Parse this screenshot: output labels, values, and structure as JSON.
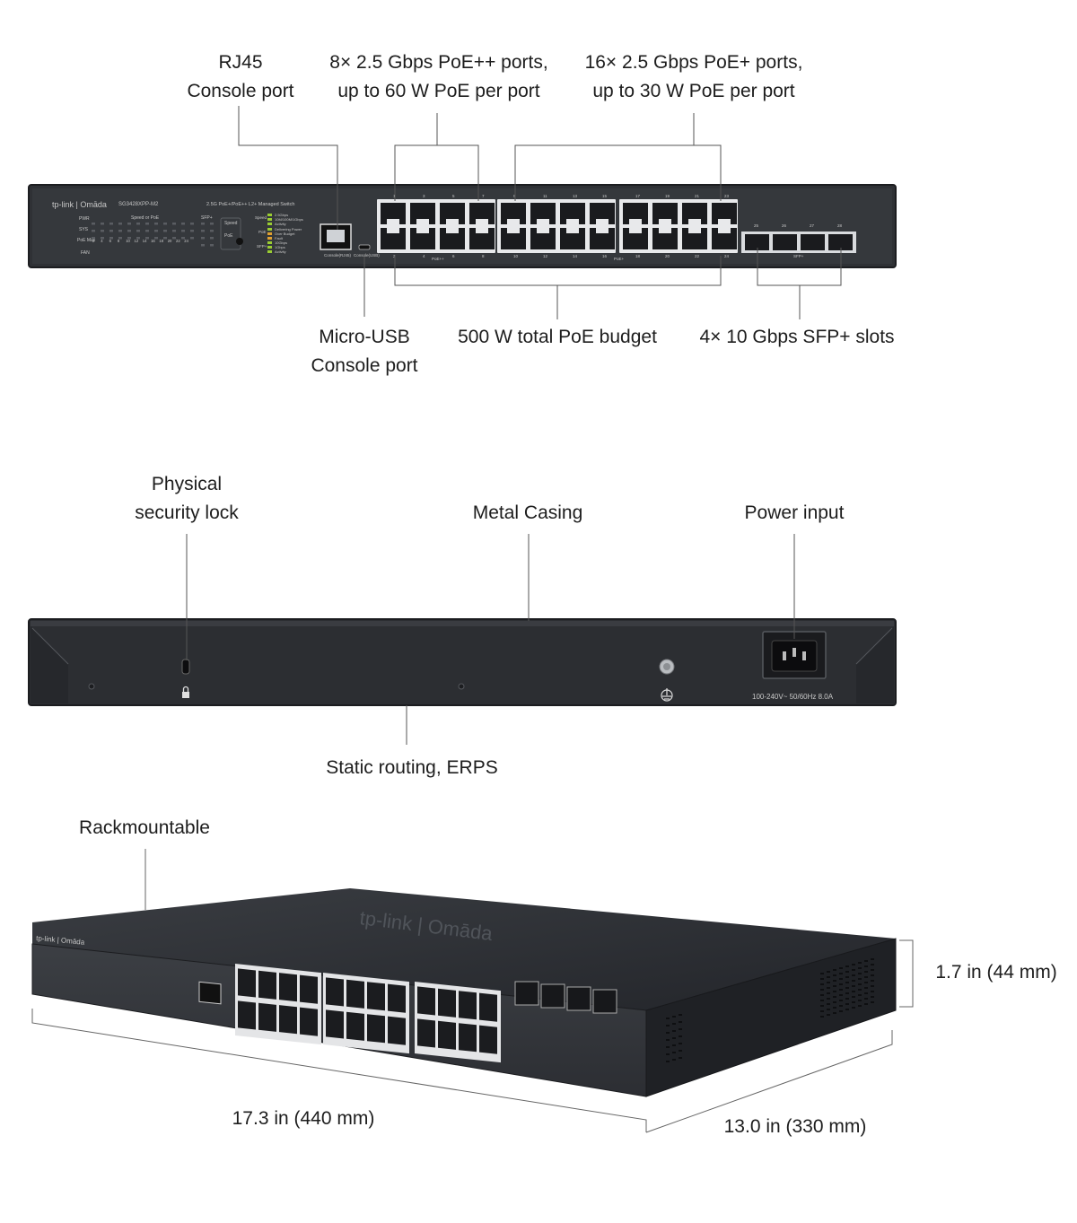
{
  "front": {
    "labels": {
      "rj45": [
        "RJ45",
        "Console port"
      ],
      "poe_plusplus": [
        "8× 2.5 Gbps PoE++ ports,",
        "up to 60 W PoE per port"
      ],
      "poe_plus": [
        "16× 2.5 Gbps PoE+ ports,",
        "up to 30 W PoE per port"
      ],
      "micro_usb": [
        "Micro-USB",
        "Console port"
      ],
      "poe_budget": "500 W total PoE budget",
      "sfp": "4× 10 Gbps SFP+ slots"
    },
    "panel": {
      "brand": "tp-link | Omāda",
      "model": "SG3428XPP-M2",
      "description": "2.5G PoE+/PoE++ L2+ Managed Switch",
      "led_labels": [
        "PWR",
        "SYS",
        "PoE Max",
        "FAN"
      ],
      "speed_poe_label": "Speed or PoE",
      "sfp_label": "SFP+",
      "speed_label": "Speed",
      "poe_label": "PoE",
      "speed_legend": [
        "2.5Gbps",
        "10M/100M/1Gbps",
        "Activity"
      ],
      "poe_legend": [
        "Delivering Power",
        "Over Budget",
        "Fault"
      ],
      "sfp_legend": [
        "10Gbps",
        "1Gbps",
        "Activity"
      ],
      "console_rj45": "Console(RJ45)",
      "console_usb": "Console(USB)",
      "poepp_group": "PoE++",
      "poep_group": "PoE+",
      "sfp_group": "SFP+",
      "top_numbers": [
        "1",
        "3",
        "5",
        "7",
        "9",
        "11",
        "13",
        "15",
        "17",
        "19",
        "21",
        "23"
      ],
      "bottom_numbers": [
        "2",
        "4",
        "6",
        "8",
        "10",
        "12",
        "14",
        "16",
        "18",
        "20",
        "22",
        "24"
      ],
      "sfp_numbers": [
        "25",
        "26",
        "27",
        "28"
      ]
    }
  },
  "rear": {
    "labels": {
      "lock": [
        "Physical",
        "security lock"
      ],
      "casing": "Metal Casing",
      "power": "Power input",
      "routing": "Static routing, ERPS"
    },
    "power_rating": "100-240V~ 50/60Hz 8.0A"
  },
  "angled": {
    "labels": {
      "rack": "Rackmountable",
      "height": "1.7 in (44 mm)",
      "width": "17.3 in (440 mm)",
      "depth": "13.0 in (330 mm)"
    },
    "top_logo": "tp-link | Omāda"
  }
}
